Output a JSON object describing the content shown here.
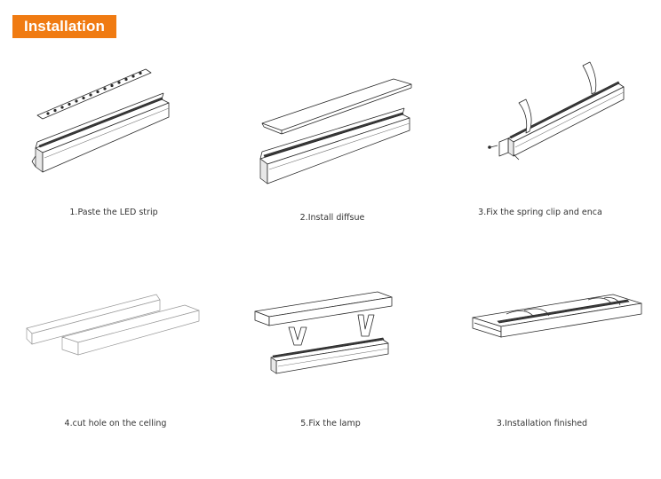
{
  "header": {
    "title": "Installation",
    "accent_color": "#f07b12"
  },
  "steps": [
    {
      "caption": "1.Paste the LED strip"
    },
    {
      "caption": "2.Install diffsue"
    },
    {
      "caption": "3.Fix the spring clip and enca"
    },
    {
      "caption": "4.cut hole on the celling"
    },
    {
      "caption": "5.Fix the lamp"
    },
    {
      "caption": "3.Installation finished"
    }
  ]
}
